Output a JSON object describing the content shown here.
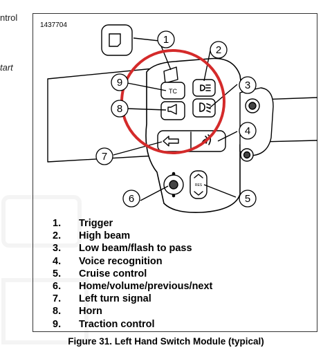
{
  "figure_id": "1437704",
  "side_text": {
    "a": "ntrol",
    "b": "tart"
  },
  "callouts": [
    "1",
    "2",
    "3",
    "4",
    "5",
    "6",
    "7",
    "8",
    "9"
  ],
  "legend": [
    {
      "num": "1.",
      "label": "Trigger"
    },
    {
      "num": "2.",
      "label": "High beam"
    },
    {
      "num": "3.",
      "label": "Low beam/flash to pass"
    },
    {
      "num": "4.",
      "label": "Voice recognition"
    },
    {
      "num": "5.",
      "label": "Cruise control"
    },
    {
      "num": "6.",
      "label": "Home/volume/previous/next"
    },
    {
      "num": "7.",
      "label": "Left turn signal"
    },
    {
      "num": "8.",
      "label": "Horn"
    },
    {
      "num": "9.",
      "label": "Traction control"
    }
  ],
  "caption": "Figure 31. Left Hand Switch Module (typical)",
  "colors": {
    "highlight_circle": "#d42a2a",
    "line": "#000000"
  }
}
